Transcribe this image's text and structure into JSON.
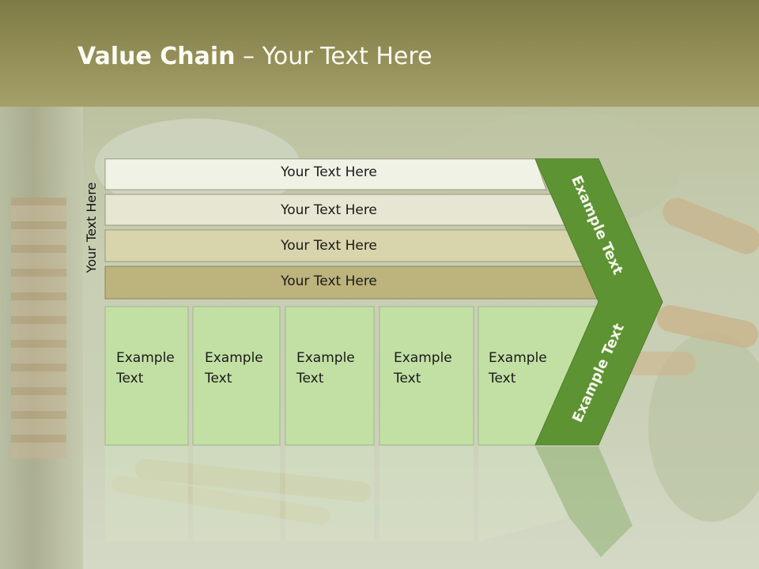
{
  "title": {
    "bold": "Value Chain",
    "rest": " – Your Text Here"
  },
  "side_label": "Your Text Here",
  "bands": [
    {
      "label": "Your Text Here",
      "color": "#f1f2e6"
    },
    {
      "label": "Your Text Here",
      "color": "#e6e6d2"
    },
    {
      "label": "Your Text Here",
      "color": "#d8d4ac"
    },
    {
      "label": "Your Text Here",
      "color": "#bdb37c"
    }
  ],
  "boxes": [
    {
      "line1": "Example",
      "line2": "Text"
    },
    {
      "line1": "Example",
      "line2": "Text"
    },
    {
      "line1": "Example",
      "line2": "Text"
    },
    {
      "line1": "Example",
      "line2": "Text"
    },
    {
      "line1": "Example",
      "line2": "Text"
    }
  ],
  "arrow": {
    "upper_text": "Example Text",
    "lower_text": "Example Text",
    "color": "#5e9334"
  },
  "box_color": "#c2e0a4"
}
